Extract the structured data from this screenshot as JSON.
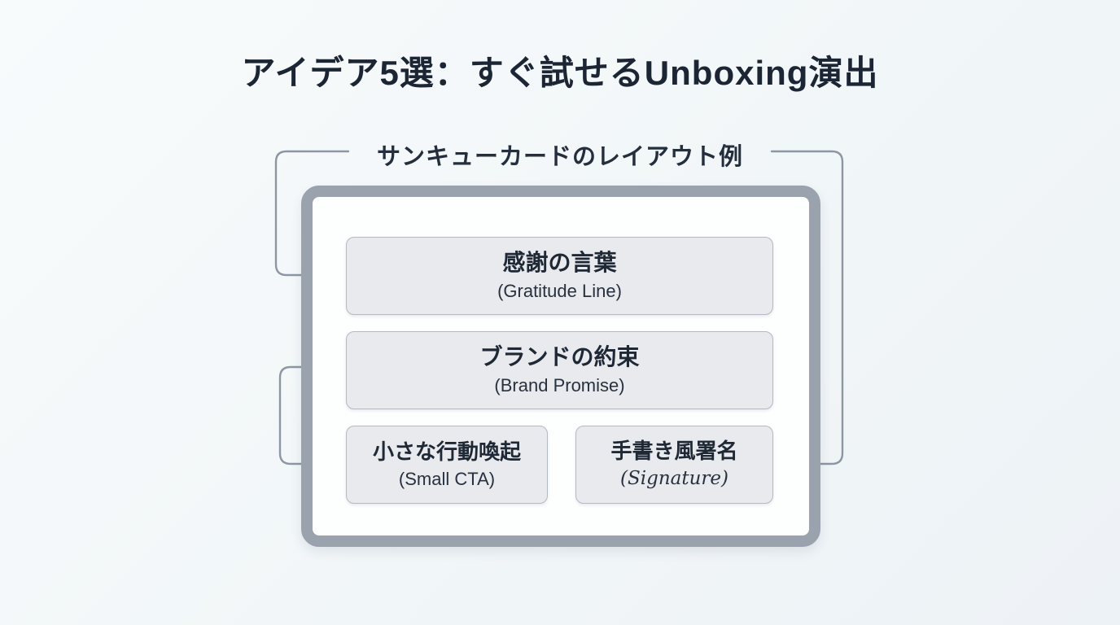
{
  "title": "アイデア5選：すぐ試せるUnboxing演出",
  "diagram": {
    "label": "サンキューカードのレイアウト例",
    "card_sections": [
      {
        "jp": "感謝の言葉",
        "en": "(Gratitude Line)"
      },
      {
        "jp": "ブランドの約束",
        "en": "(Brand Promise)"
      },
      {
        "jp": "小さな行動喚起",
        "en": "(Small CTA)"
      },
      {
        "jp": "手書き風署名",
        "en": "(Signature)"
      }
    ],
    "connections": [
      {
        "from": "diagram-label-left",
        "to": "gratitude-box"
      },
      {
        "from": "brand-promise-box",
        "to": "small-cta-box"
      },
      {
        "from": "diagram-label-right",
        "to": "signature-box"
      }
    ]
  },
  "colors": {
    "background": "#f1f6f8",
    "title_text": "#1c2534",
    "card_border": "#9aa2ae",
    "card_fill": "#fdfefe",
    "box_fill": "#e8eaee",
    "box_border": "#b3bac4",
    "connector": "#8d97a3"
  }
}
